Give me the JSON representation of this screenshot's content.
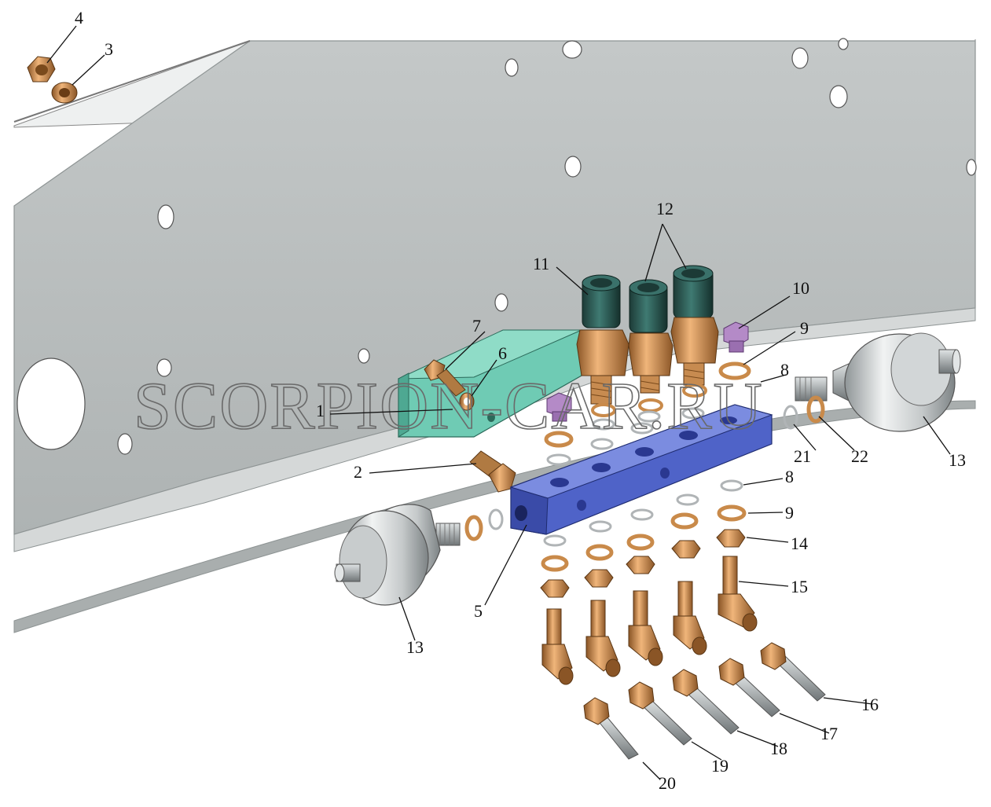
{
  "watermark": "SCORPION-CAR.RU",
  "colors": {
    "frame": "#b8bcbc",
    "frame_edge": "#8e9494",
    "bracket": "#6fcbb4",
    "manifold": "#4f63c8",
    "copper": "#c98a4a",
    "brass": "#b8875a",
    "sensor_body": "#cfd3d4",
    "connector": "#2d5650",
    "plug": "#b48ac7",
    "steel": "#9aa0a3"
  },
  "callouts": [
    "1",
    "2",
    "3",
    "4",
    "5",
    "6",
    "7",
    "8",
    "8",
    "9",
    "9",
    "10",
    "11",
    "12",
    "13",
    "13",
    "14",
    "15",
    "16",
    "17",
    "18",
    "19",
    "20",
    "21",
    "22"
  ]
}
